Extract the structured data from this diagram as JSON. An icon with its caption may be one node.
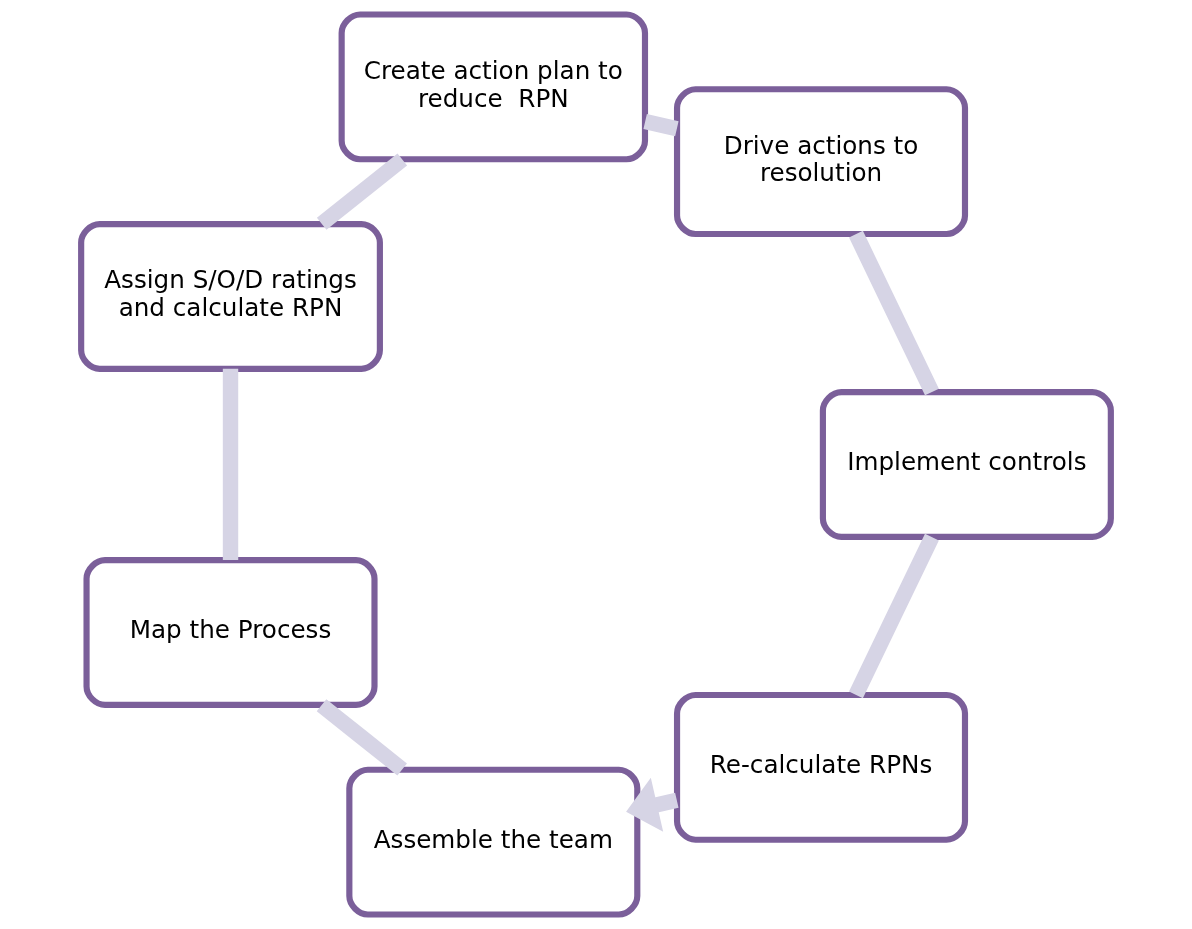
{
  "diagram": {
    "nodes": [
      {
        "text": [
          "Assemble the team"
        ]
      },
      {
        "text": [
          "Map the Process"
        ]
      },
      {
        "text": [
          "Assign S/O/D ratings and calculate RPN"
        ]
      },
      {
        "text": [
          "Create action plan to reduce  RPN"
        ]
      },
      {
        "text": [
          "Drive actions to resolution"
        ]
      },
      {
        "text": [
          "Implement controls"
        ]
      },
      {
        "text": [
          "Re-calculate RPNs"
        ]
      }
    ],
    "edges": [
      {
        "from": 0,
        "to": 1,
        "arrow": "none"
      },
      {
        "from": 1,
        "to": 2,
        "arrow": "none"
      },
      {
        "from": 2,
        "to": 3,
        "arrow": "none"
      },
      {
        "from": 3,
        "to": 4,
        "arrow": "none"
      },
      {
        "from": 4,
        "to": 5,
        "arrow": "none"
      },
      {
        "from": 5,
        "to": 6,
        "arrow": "none"
      },
      {
        "from": 6,
        "to": 0,
        "arrow": "to"
      }
    ]
  }
}
